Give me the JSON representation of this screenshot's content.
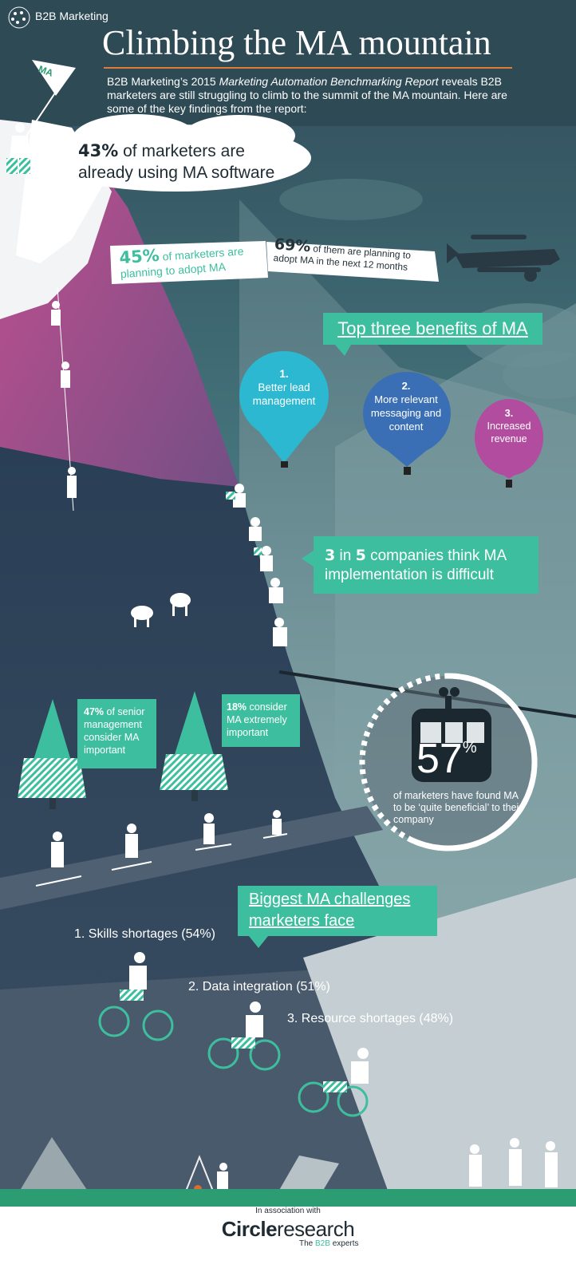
{
  "header": {
    "logo": "B2B Marketing",
    "title": "Climbing the MA mountain",
    "intro_a": "B2B Marketing’s 2015 ",
    "intro_em": "Marketing Automation Benchmarking Report",
    "intro_b": " reveals B2B marketers are still struggling to climb to the summit of the MA mountain. Here are some of the key findings from the report:",
    "flag_text": "MA"
  },
  "stat_using": {
    "pct": "43%",
    "text_a": " of marketers are",
    "text_b": "already using MA software"
  },
  "stat_planning": {
    "pct": "45%",
    "text": " of marketers are planning to adopt MA"
  },
  "stat_next12": {
    "pct": "69%",
    "text": " of them are planning to adopt MA in the next 12 months"
  },
  "benefits": {
    "heading": "Top three benefits of MA",
    "items": [
      {
        "num": "1.",
        "label": "Better lead management",
        "color": "#2bb8d0"
      },
      {
        "num": "2.",
        "label": "More relevant messaging and content",
        "color": "#3b6fb5"
      },
      {
        "num": "3.",
        "label": "Increased revenue",
        "color": "#b24c9f"
      }
    ]
  },
  "difficult": {
    "num_a": "3",
    "mid": " in ",
    "num_b": "5",
    "text": " companies think MA implementation is difficult"
  },
  "senior": {
    "pct": "47%",
    "text": " of senior management consider MA important"
  },
  "extreme": {
    "pct": "18%",
    "text": " consider MA extremely important"
  },
  "beneficial": {
    "value": "57",
    "sym": "%",
    "text": "of marketers have found MA to be ‘quite beneficial’ to their company",
    "fraction": 0.57
  },
  "challenges": {
    "heading": "Biggest MA challenges marketers face",
    "items": [
      "1. Skills shortages (54%)",
      "2. Data integration (51%)",
      "3. Resource shortages (48%)"
    ]
  },
  "footer": {
    "assoc": "In association with",
    "brand_bold": "Circle",
    "brand_light": "research",
    "tag_a": "The ",
    "tag_b": "B2B",
    "tag_c": " experts"
  },
  "colors": {
    "accent": "#3dbf9f",
    "sky": "#3e6b73",
    "mountain": "#7a4f7c",
    "footer_green": "#2c9c72"
  }
}
